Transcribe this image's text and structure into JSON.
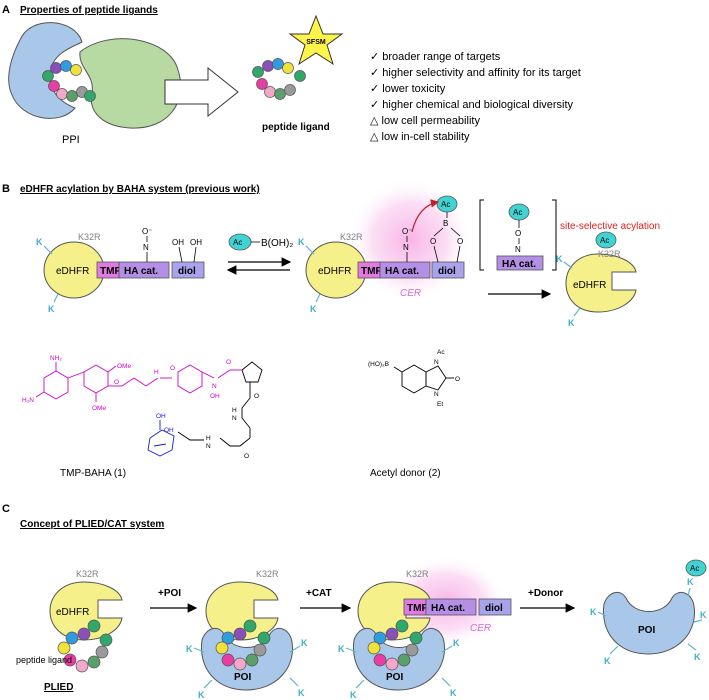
{
  "sectionA": {
    "letter": "A",
    "title": "Properties of peptide ligands",
    "ppi_label": "PPI",
    "sfsm_label": "SFSM",
    "peptide_label": "peptide ligand",
    "properties": [
      "✓ broader range of targets",
      "✓ higher selectivity and affinity for its target",
      "✓ lower toxicity",
      "✓ higher chemical and biological diversity",
      "△ low cell permeability",
      "△ low in-cell stability"
    ]
  },
  "sectionB": {
    "letter": "B",
    "title": "eDHFR acylation by BAHA system (previous work)",
    "edhfr": "eDHFR",
    "tmp": "TMP",
    "ha_cat": "HA cat.",
    "diol": "diol",
    "k": "K",
    "k32r": "K32R",
    "ac": "Ac",
    "boronic": "B(OH)₂",
    "cer": "CER",
    "site_selective": "site-selective acylation",
    "n": "N",
    "o": "O",
    "o_minus": "O⁻",
    "b": "B",
    "oh": "OH",
    "compound1": "TMP-BAHA (1)",
    "compound2": "Acetyl donor (2)",
    "chem": {
      "nh2": "NH₂",
      "h2n": "H₂N",
      "ome": "OMe",
      "h": "H",
      "oh": "OH",
      "o": "O",
      "n": "N",
      "hob2": "(HO)₂B",
      "ac": "Ac",
      "et": "Et"
    }
  },
  "sectionC": {
    "letter": "C",
    "title": "Concept of PLIED/CAT system",
    "k32r": "K32R",
    "edhfr": "eDHFR",
    "peptide_label": "peptide ligand",
    "plied": "PLIED",
    "poi": "POI",
    "plus_poi": "+POI",
    "plus_cat": "+CAT",
    "plus_donor": "+Donor",
    "tmp": "TMP",
    "ha_cat": "HA cat.",
    "diol": "diol",
    "cer": "CER",
    "k": "K",
    "ac": "Ac"
  },
  "colors": {
    "edhfr_yellow": "#f5f08a",
    "tmp_magenta": "#e07ae0",
    "ha_violet": "#b58ee6",
    "diol_lilac": "#a9a3ec",
    "ppi_blue": "#a9c7e8",
    "ppi_green": "#b7d9a2",
    "acetyl_cyan": "#3fd3d3",
    "lysine_teal": "#5bb8c9",
    "cer_pink": "#f7a7e3",
    "red_text": "#e0201f",
    "star_yellow": "#fff44a"
  },
  "bead_colors": [
    "#2fa86a",
    "#8a4fb8",
    "#2f9be0",
    "#f0e23a",
    "#e83ea3",
    "#f3a8cb",
    "#5aa06a",
    "#9a9a9a"
  ]
}
